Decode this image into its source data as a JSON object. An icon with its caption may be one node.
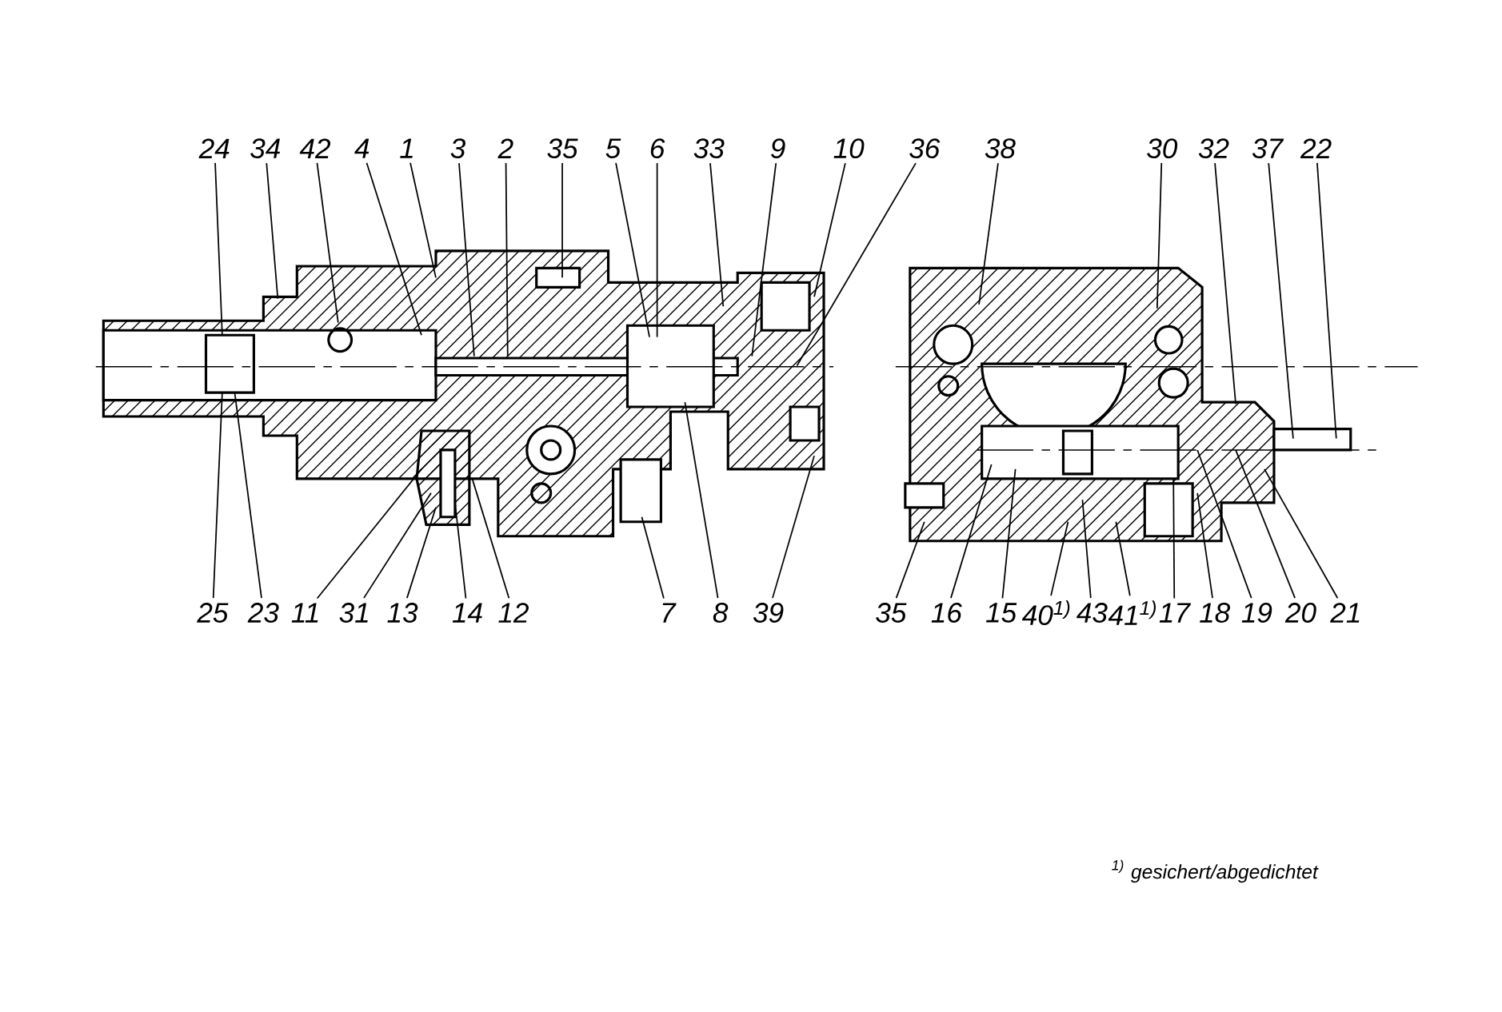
{
  "diagram": {
    "nodes": [
      {
        "text": [
          "24"
        ]
      },
      {
        "text": [
          "34"
        ]
      },
      {
        "text": [
          "42"
        ]
      },
      {
        "text": [
          "4"
        ]
      },
      {
        "text": [
          "1"
        ]
      },
      {
        "text": [
          "3"
        ]
      },
      {
        "text": [
          "2"
        ]
      },
      {
        "text": [
          "35"
        ]
      },
      {
        "text": [
          "5"
        ]
      },
      {
        "text": [
          "6"
        ]
      },
      {
        "text": [
          "33"
        ]
      },
      {
        "text": [
          "9"
        ]
      },
      {
        "text": [
          "10"
        ]
      },
      {
        "text": [
          "36"
        ]
      },
      {
        "text": [
          "38"
        ]
      },
      {
        "text": [
          "30"
        ]
      },
      {
        "text": [
          "32"
        ]
      },
      {
        "text": [
          "37"
        ]
      },
      {
        "text": [
          "22"
        ]
      },
      {
        "text": [
          "25"
        ]
      },
      {
        "text": [
          "23"
        ]
      },
      {
        "text": [
          "11"
        ]
      },
      {
        "text": [
          "31"
        ]
      },
      {
        "text": [
          "13"
        ]
      },
      {
        "text": [
          "14"
        ]
      },
      {
        "text": [
          "12"
        ]
      },
      {
        "text": [
          "7"
        ]
      },
      {
        "text": [
          "8"
        ]
      },
      {
        "text": [
          "39"
        ]
      },
      {
        "text": [
          "35"
        ]
      },
      {
        "text": [
          "16"
        ]
      },
      {
        "text": [
          "15"
        ]
      },
      {
        "text": [
          "40$^{1)}$"
        ]
      },
      {
        "text": [
          "43"
        ]
      },
      {
        "text": [
          "41$^{1)}$"
        ]
      },
      {
        "text": [
          "17"
        ]
      },
      {
        "text": [
          "18"
        ]
      },
      {
        "text": [
          "19"
        ]
      },
      {
        "text": [
          "20"
        ]
      },
      {
        "text": [
          "21"
        ]
      }
    ],
    "edges": [
      {
        "from": 0,
        "to": null,
        "arrow": "none"
      },
      {
        "from": 1,
        "to": null,
        "arrow": "none"
      },
      {
        "from": 2,
        "to": null,
        "arrow": "none"
      },
      {
        "from": 3,
        "to": null,
        "arrow": "none"
      },
      {
        "from": 4,
        "to": null,
        "arrow": "none"
      },
      {
        "from": 5,
        "to": null,
        "arrow": "none"
      },
      {
        "from": 6,
        "to": null,
        "arrow": "none"
      },
      {
        "from": 7,
        "to": null,
        "arrow": "none"
      },
      {
        "from": 8,
        "to": null,
        "arrow": "none"
      },
      {
        "from": 9,
        "to": null,
        "arrow": "none"
      },
      {
        "from": 10,
        "to": null,
        "arrow": "none"
      },
      {
        "from": 11,
        "to": null,
        "arrow": "none"
      },
      {
        "from": 12,
        "to": null,
        "arrow": "none"
      },
      {
        "from": 13,
        "to": null,
        "arrow": "none"
      },
      {
        "from": 14,
        "to": null,
        "arrow": "none"
      },
      {
        "from": 15,
        "to": null,
        "arrow": "none"
      },
      {
        "from": 16,
        "to": null,
        "arrow": "none"
      },
      {
        "from": 17,
        "to": null,
        "arrow": "none"
      },
      {
        "from": 18,
        "to": null,
        "arrow": "none"
      },
      {
        "from": 19,
        "to": null,
        "arrow": "none"
      },
      {
        "from": 20,
        "to": null,
        "arrow": "none"
      },
      {
        "from": 21,
        "to": null,
        "arrow": "none"
      },
      {
        "from": 22,
        "to": null,
        "arrow": "none"
      },
      {
        "from": 23,
        "to": null,
        "arrow": "none"
      },
      {
        "from": 24,
        "to": null,
        "arrow": "none"
      },
      {
        "from": 25,
        "to": null,
        "arrow": "none"
      },
      {
        "from": 26,
        "to": null,
        "arrow": "none"
      },
      {
        "from": 27,
        "to": null,
        "arrow": "none"
      },
      {
        "from": 28,
        "to": null,
        "arrow": "none"
      },
      {
        "from": 29,
        "to": null,
        "arrow": "none"
      },
      {
        "from": 30,
        "to": null,
        "arrow": "none"
      },
      {
        "from": 31,
        "to": null,
        "arrow": "none"
      },
      {
        "from": 32,
        "to": null,
        "arrow": "none"
      },
      {
        "from": 33,
        "to": null,
        "arrow": "none"
      },
      {
        "from": 34,
        "to": null,
        "arrow": "none"
      },
      {
        "from": 35,
        "to": null,
        "arrow": "none"
      },
      {
        "from": 36,
        "to": null,
        "arrow": "none"
      },
      {
        "from": 37,
        "to": null,
        "arrow": "none"
      },
      {
        "from": 38,
        "to": null,
        "arrow": "none"
      },
      {
        "from": 39,
        "to": null,
        "arrow": "none"
      }
    ],
    "labels": [
      "$^{1)}$ gesichert/abgedichtet"
    ]
  }
}
